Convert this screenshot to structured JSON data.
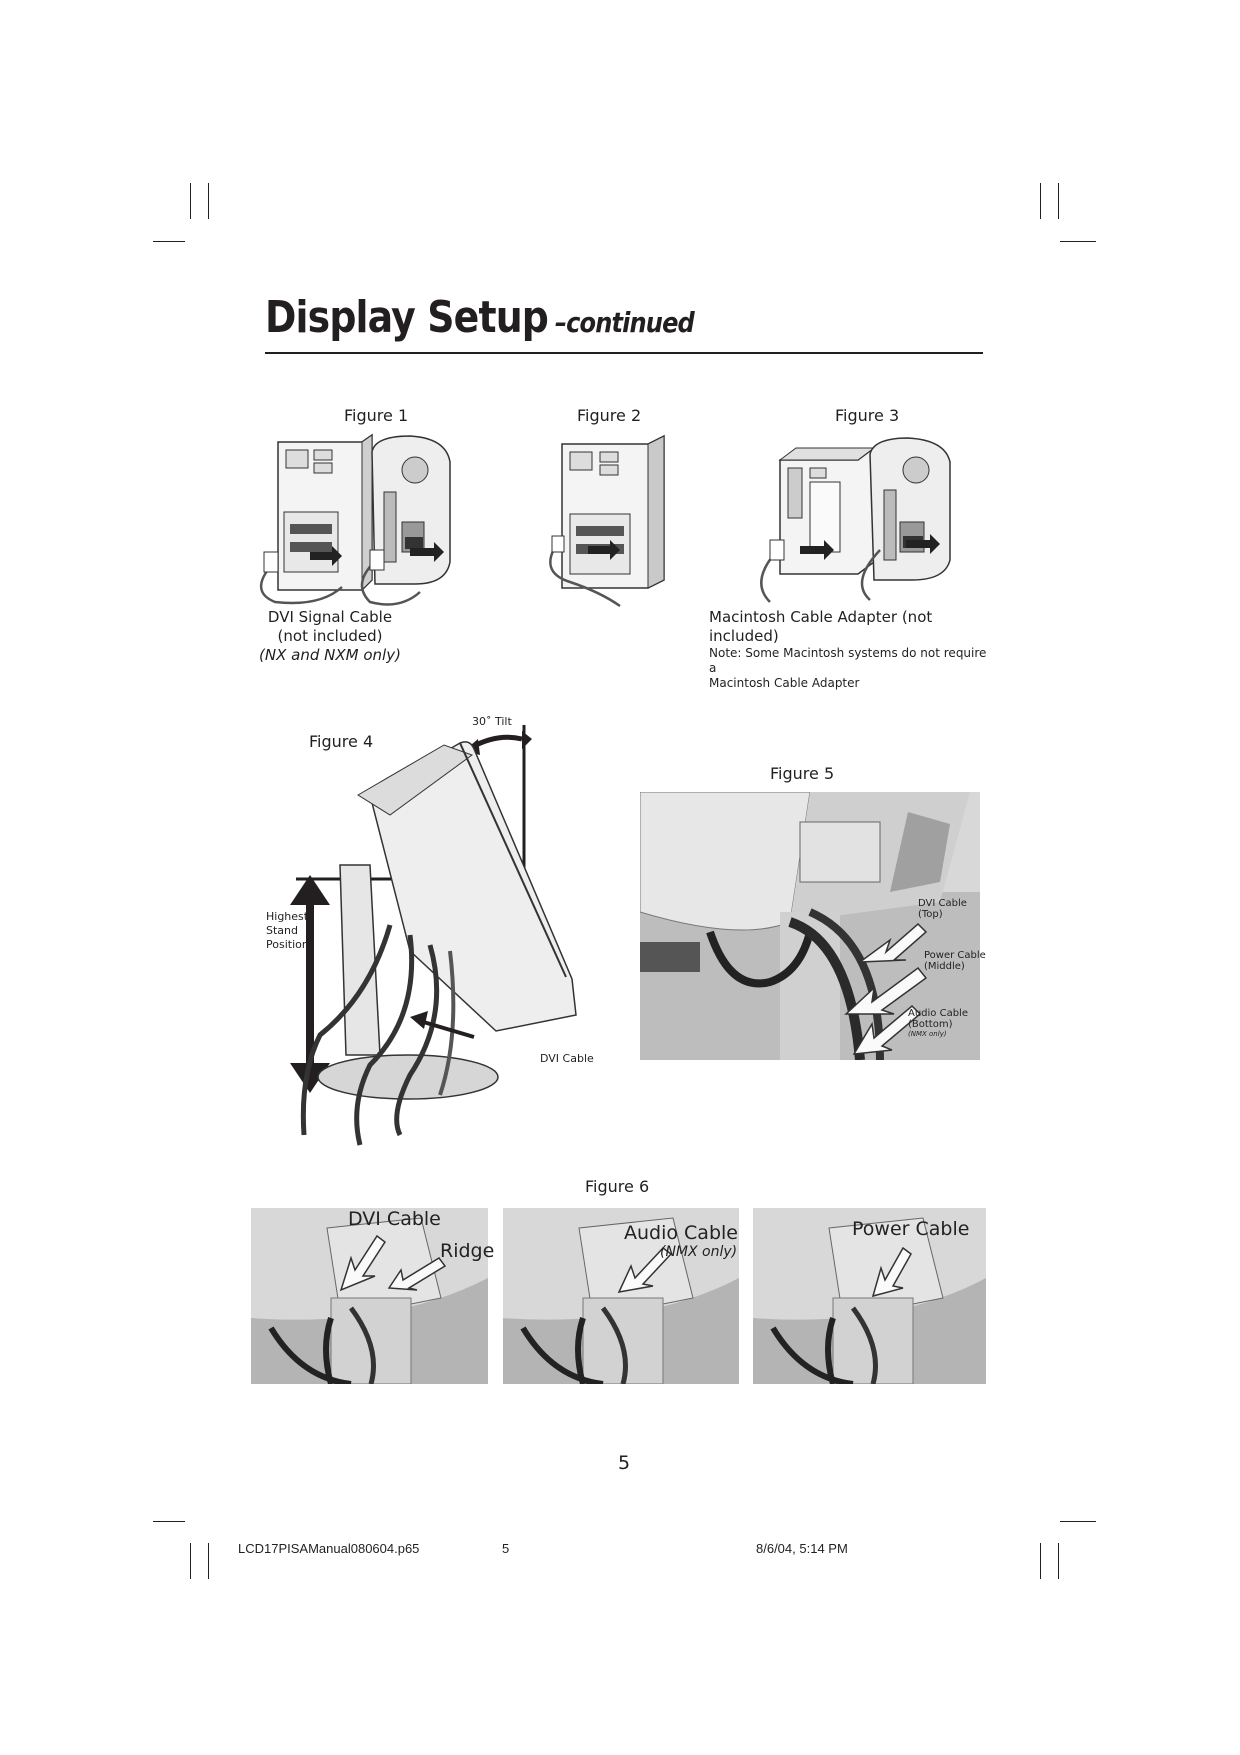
{
  "header": {
    "title": "Display Setup",
    "subtitle": "–continued"
  },
  "figures": {
    "fig1": {
      "label": "Figure 1",
      "caption_line1": "DVI Signal Cable",
      "caption_line2": "(not included)",
      "caption_line3": "(NX and NXM only)"
    },
    "fig2": {
      "label": "Figure 2"
    },
    "fig3": {
      "label": "Figure 3",
      "caption": "Macintosh Cable Adapter (not included)",
      "note_line1": "Note: Some Macintosh systems do not require a",
      "note_line2": "Macintosh Cable Adapter"
    },
    "fig4": {
      "label": "Figure 4",
      "tilt": "30˚ Tilt",
      "stand_line1": "Highest",
      "stand_line2": "Stand",
      "stand_line3": "Position",
      "dvi": "DVI Cable"
    },
    "fig5": {
      "label": "Figure 5",
      "dvi_line1": "DVI Cable",
      "dvi_line2": "(Top)",
      "power_line1": "Power Cable",
      "power_line2": "(Middle)",
      "audio_line1": "Audio Cable",
      "audio_line2": "(Bottom)",
      "audio_line3": "(NMX only)"
    },
    "fig6": {
      "label": "Figure 6",
      "panel1_label": "DVI Cable",
      "panel1_ridge": "Ridge",
      "panel2_label": "Audio Cable",
      "panel2_sub": "(NMX only)",
      "panel3_label": "Power Cable"
    }
  },
  "page_number": "5",
  "footer": {
    "filename": "LCD17PISAManual080604.p65",
    "page": "5",
    "timestamp": "8/6/04, 5:14 PM"
  }
}
